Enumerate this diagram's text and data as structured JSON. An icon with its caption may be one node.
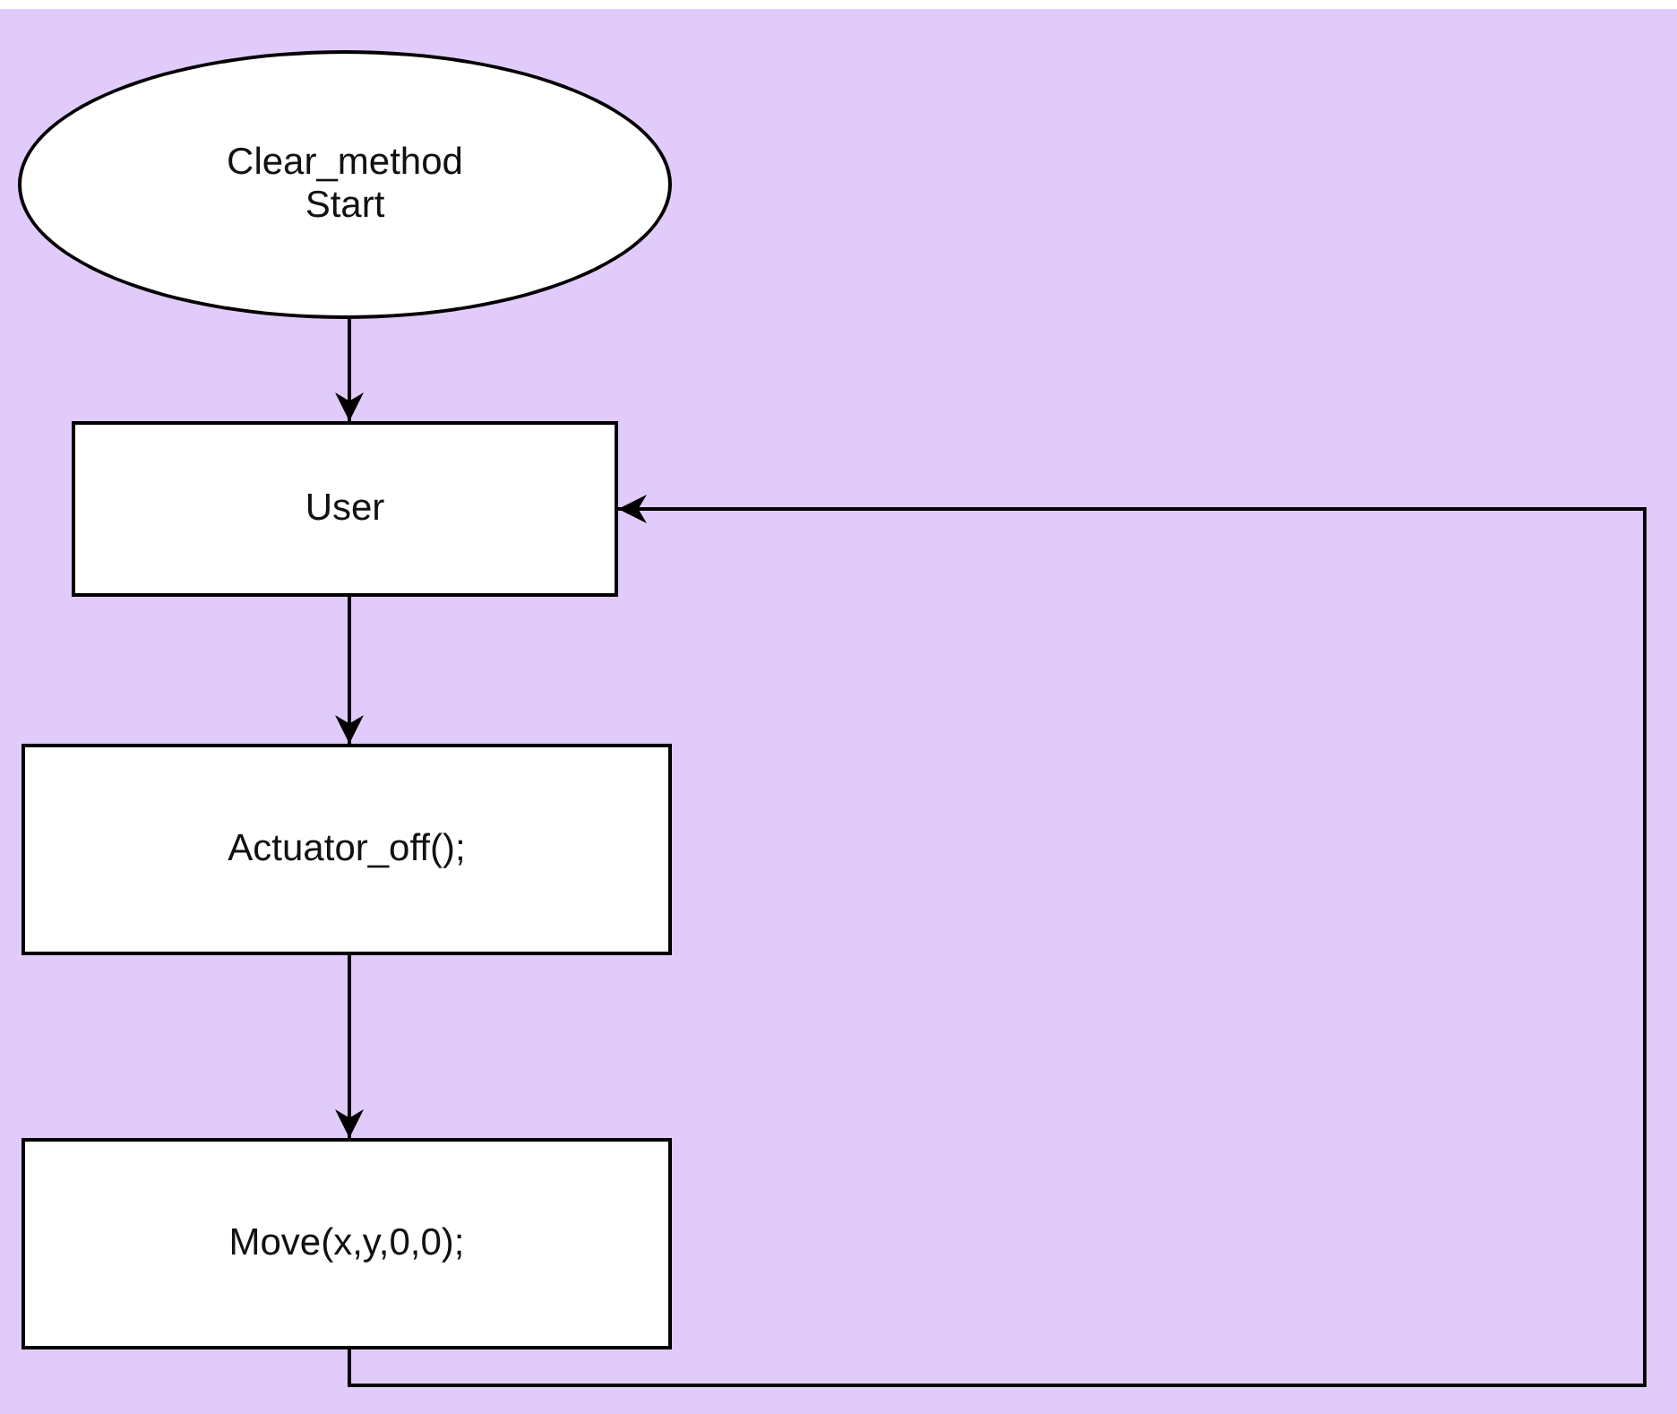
{
  "diagram": {
    "nodes": [
      {
        "text": [
          "Clear_method Start"
        ]
      },
      {
        "text": [
          "User"
        ]
      },
      {
        "text": [
          "Actuator_off();"
        ]
      },
      {
        "text": [
          "Move(x,y,0,0);"
        ]
      }
    ],
    "edges": [
      {
        "from": 0,
        "to": 1,
        "arrow": "to"
      },
      {
        "from": 1,
        "to": 2,
        "arrow": "to"
      },
      {
        "from": 2,
        "to": 3,
        "arrow": "to"
      },
      {
        "from": 3,
        "to": 1,
        "arrow": "to"
      }
    ]
  }
}
